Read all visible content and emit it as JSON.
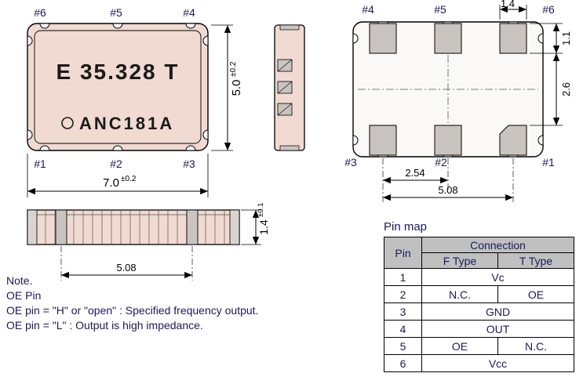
{
  "package": {
    "marking_line1": "E 35.328 T",
    "marking_line2": "ANC181A"
  },
  "pins": {
    "p1": "#1",
    "p2": "#2",
    "p3": "#3",
    "p4": "#4",
    "p5": "#5",
    "p6": "#6"
  },
  "dims": {
    "body_width": {
      "value": "7.0",
      "tol": "±0.2"
    },
    "body_height": {
      "value": "5.0",
      "tol": "±0.2"
    },
    "body_thickness": {
      "value": "1.4",
      "tol": "±0.1"
    },
    "side_pad_span": "5.08",
    "pad_width": "1.4",
    "pad_height": "1.1",
    "pad_row_gap": "2.6",
    "pad_pitch": "2.54",
    "pad_span": "5.08"
  },
  "notes": {
    "line1": "Note.",
    "line2": "OE Pin",
    "line3": "OE pin = \"H\" or \"open\" : Specified frequency output.",
    "line4": "OE pin = \"L\" : Output is high impedance."
  },
  "pin_map": {
    "title": "Pin map",
    "headers": {
      "pin": "Pin",
      "connection": "Connection",
      "f_type": "F Type",
      "t_type": "T Type"
    },
    "rows": [
      {
        "pin": "1",
        "value": "Vc"
      },
      {
        "pin": "2",
        "f": "N.C.",
        "t": "OE"
      },
      {
        "pin": "3",
        "value": "GND"
      },
      {
        "pin": "4",
        "value": "OUT"
      },
      {
        "pin": "5",
        "f": "OE",
        "t": "N.C."
      },
      {
        "pin": "6",
        "value": "Vcc"
      }
    ]
  },
  "colors": {
    "body_fill": "#f0dad2",
    "pad_fill": "#c9c4bf",
    "table_header_fill": "#c0c0c0",
    "ink": "#1a1a5a"
  }
}
